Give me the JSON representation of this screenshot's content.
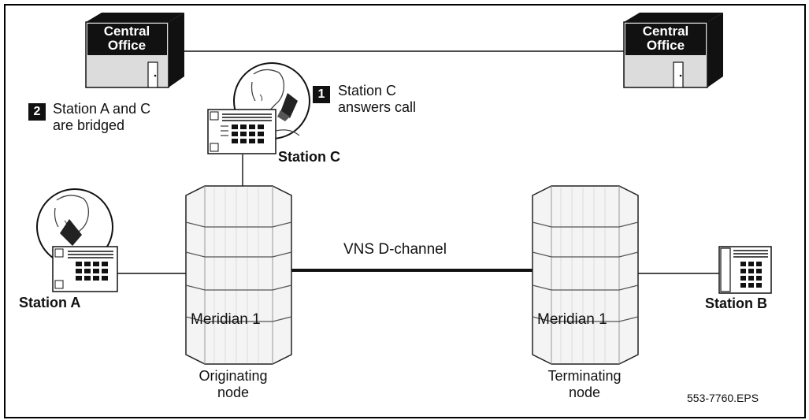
{
  "central_office_left": "Central Office",
  "central_office_right": "Central Office",
  "step1": {
    "number": "1",
    "line1": "Station C",
    "line2": "answers call"
  },
  "step2": {
    "number": "2",
    "line1": "Station A and C",
    "line2": "are bridged"
  },
  "station_a": "Station A",
  "station_b": "Station B",
  "station_c": "Station C",
  "link_label": "VNS D-channel",
  "left_switch": "Meridian 1",
  "right_switch": "Meridian 1",
  "left_node": {
    "line1": "Originating",
    "line2": "node"
  },
  "right_node": {
    "line1": "Terminating",
    "line2": "node"
  },
  "figure_id": "553-7760.EPS",
  "colors": {
    "ink": "#111111",
    "cabinet_fill": "#f4f4f4",
    "building_front": "#dcdcdc",
    "building_roof": "#111111"
  }
}
